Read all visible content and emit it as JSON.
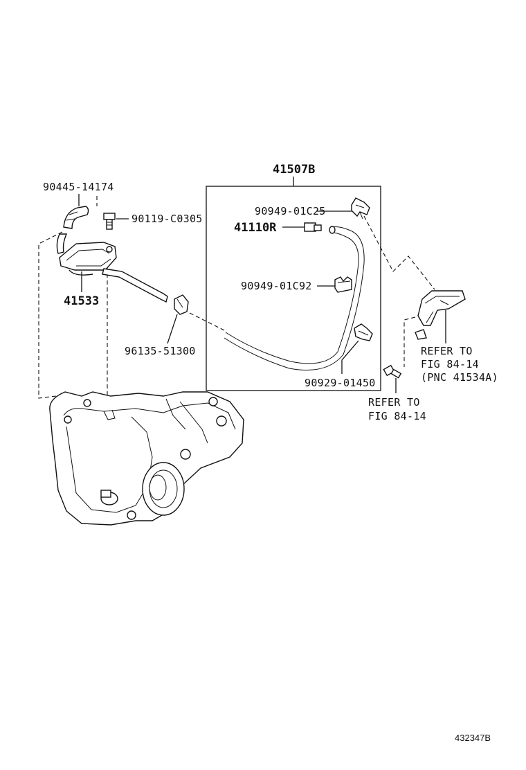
{
  "figure_id": "432347B",
  "labels": {
    "assembly": "41507B",
    "hose_clamp_top": "90445-14174",
    "bolt": "90119-C0305",
    "clip_upper": "90949-01C25",
    "plug": "41110R",
    "clip_middle": "90949-01C92",
    "clip_lower": "90929-01450",
    "breather_pipe": "41533",
    "cap": "96135-51300"
  },
  "refs": {
    "bracket_line1": "REFER TO",
    "bracket_line2": "FIG 84-14",
    "bracket_line3": "(PNC 41534A)",
    "bolt_line1": "REFER TO",
    "bolt_line2": "FIG 84-14"
  }
}
